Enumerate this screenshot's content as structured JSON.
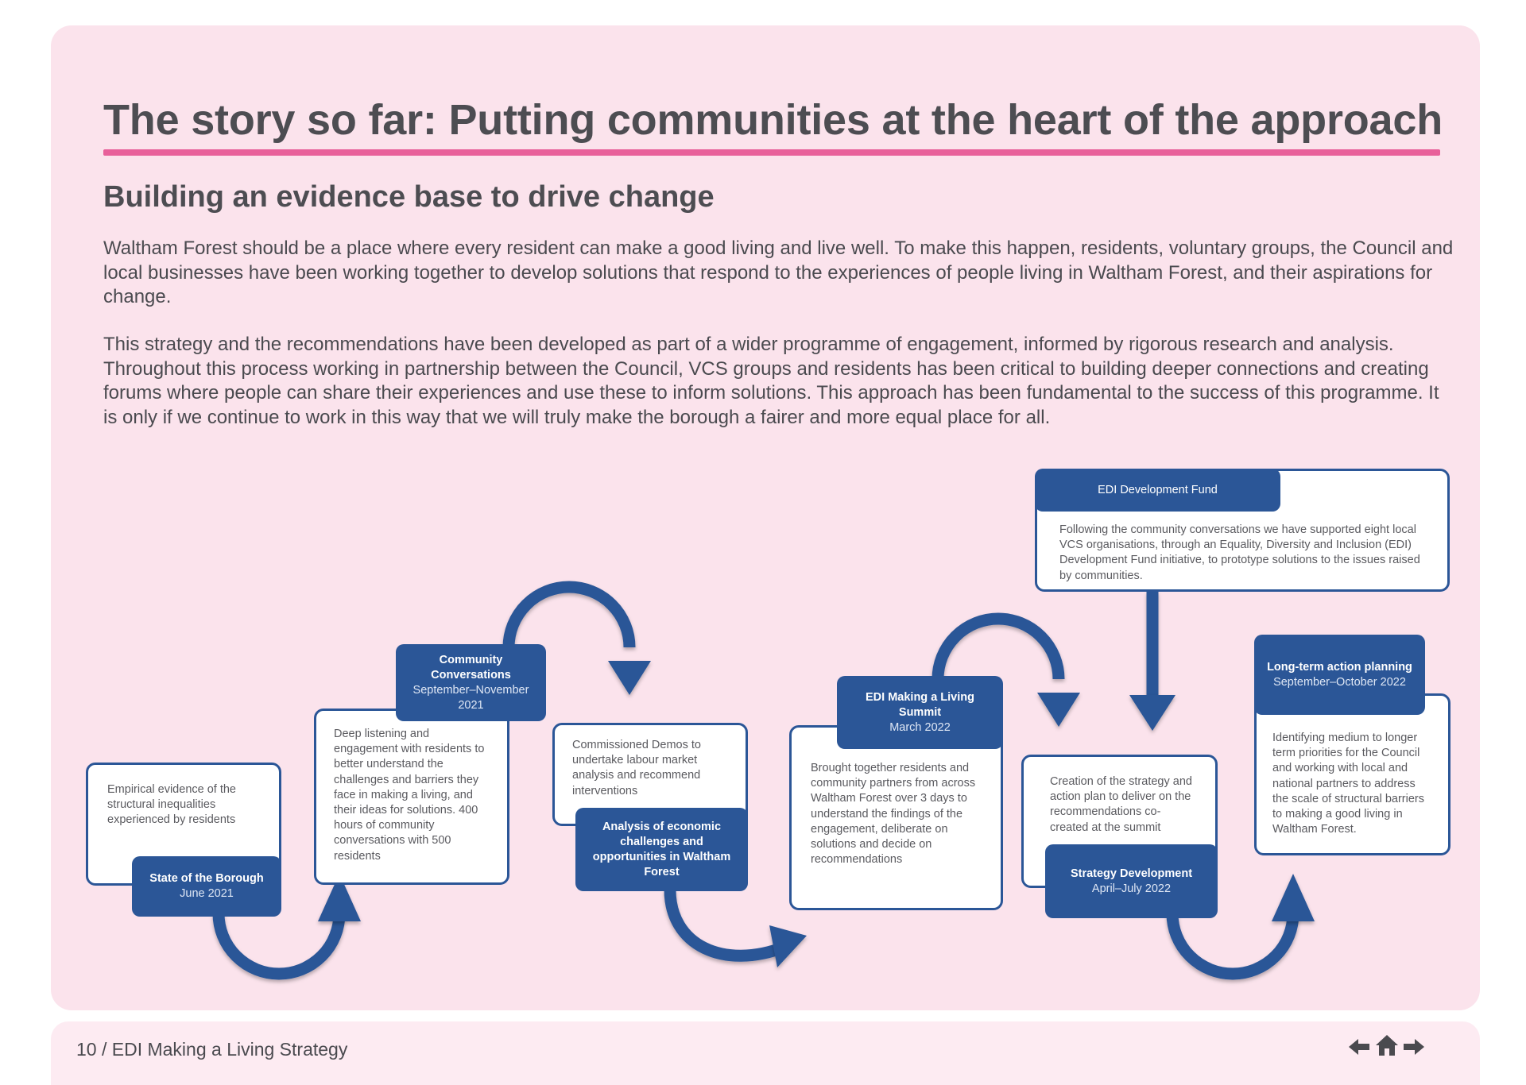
{
  "header": {
    "title": "The story so far: Putting communities at the heart of the approach",
    "subtitle": "Building an evidence base to drive change"
  },
  "intro": {
    "paragraph_1": "Waltham Forest should be a place where every resident can make a good living and live well. To make this happen, residents, voluntary groups, the Council and local businesses have been working together to develop solutions that respond to the experiences of people living in Waltham Forest, and their aspirations for change.",
    "paragraph_2": "This strategy and the recommendations have been developed as part of a wider programme of engagement, informed by rigorous research and analysis. Throughout this process working in partnership between the Council, VCS groups and residents has been critical to building deeper connections and creating forums where people can share their experiences and use these to inform solutions. This approach has been fundamental to the success of this programme. It is only if we continue to work in this way that we will truly make the borough a fairer and more equal place for all."
  },
  "timeline": {
    "state_of_borough": {
      "title": "State of the Borough",
      "date": "June 2021",
      "text": "Empirical evidence of the structural inequalities experienced by residents"
    },
    "community_conversations": {
      "title": "Community Conversations",
      "date": "September–November 2021",
      "text": "Deep listening and engagement with residents to better understand the challenges and barriers they face in making a living, and their ideas for solutions. 400 hours of community conversations with 500 residents"
    },
    "analysis": {
      "title": "Analysis of economic challenges and opportunities in Waltham Forest",
      "text": "Commissioned Demos to undertake labour market analysis and recommend interventions"
    },
    "summit": {
      "title": "EDI Making a Living Summit",
      "date": "March 2022",
      "text": "Brought together residents and community partners from across Waltham Forest over 3 days to understand the findings of the engagement, deliberate on solutions and decide on recommendations"
    },
    "fund": {
      "title": "EDI Development Fund",
      "text": "Following the community conversations we have supported eight local VCS organisations, through an Equality, Diversity and Inclusion (EDI) Development Fund initiative, to prototype solutions to the issues raised by communities."
    },
    "strategy": {
      "title": "Strategy Development",
      "date": "April–July 2022",
      "text": "Creation of the strategy and action plan to deliver on the recommendations co-created at the summit"
    },
    "long_term": {
      "title": "Long-term action planning",
      "date": "September–October 2022",
      "text": "Identifying medium to longer term priorities for the Council and working with local and national partners to address the scale of structural barriers to making a good living in Waltham Forest."
    }
  },
  "footer": {
    "page_label": "10 / EDI Making a Living Strategy"
  },
  "colors": {
    "panel_pink": "#fbe3ec",
    "accent_pink": "#e8609a",
    "brand_blue": "#2b5697"
  },
  "icons": [
    "arrow-left-icon",
    "home-icon",
    "arrow-right-icon"
  ]
}
